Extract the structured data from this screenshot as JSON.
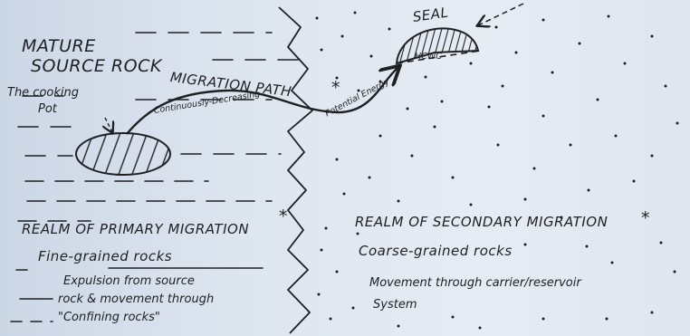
{
  "diagram": {
    "source_rock_label": "MATURE SOURCE ROCK",
    "source_rock_line1": "MATURE",
    "source_rock_line2": "SOURCE ROCK",
    "cooking_pot_line1": "The cooking",
    "cooking_pot_line2": "Pot",
    "migration_path": "MIGRATION PATH",
    "migration_asterisk": "*",
    "continuously": "Continuously-Decreasing",
    "potential_energy": "Potential Energy",
    "seal": "SEAL",
    "hcwc": "HCWC",
    "primary_realm": {
      "title": "REALM OF PRIMARY MIGRATION",
      "asterisk": "*",
      "rocks": "Fine-grained rocks",
      "expulsion_line1": "Expulsion from source",
      "expulsion_line2": "rock & movement through",
      "expulsion_line3": "\"Confining rocks\""
    },
    "secondary_realm": {
      "title": "REALM OF SECONDARY MIGRATION",
      "asterisk": "*",
      "rocks": "Coarse-grained rocks",
      "movement_line1": "Movement through carrier/reservoir",
      "movement_line2": "System"
    }
  },
  "colors": {
    "ink": "#1f2022",
    "background": "#dde5ef"
  }
}
